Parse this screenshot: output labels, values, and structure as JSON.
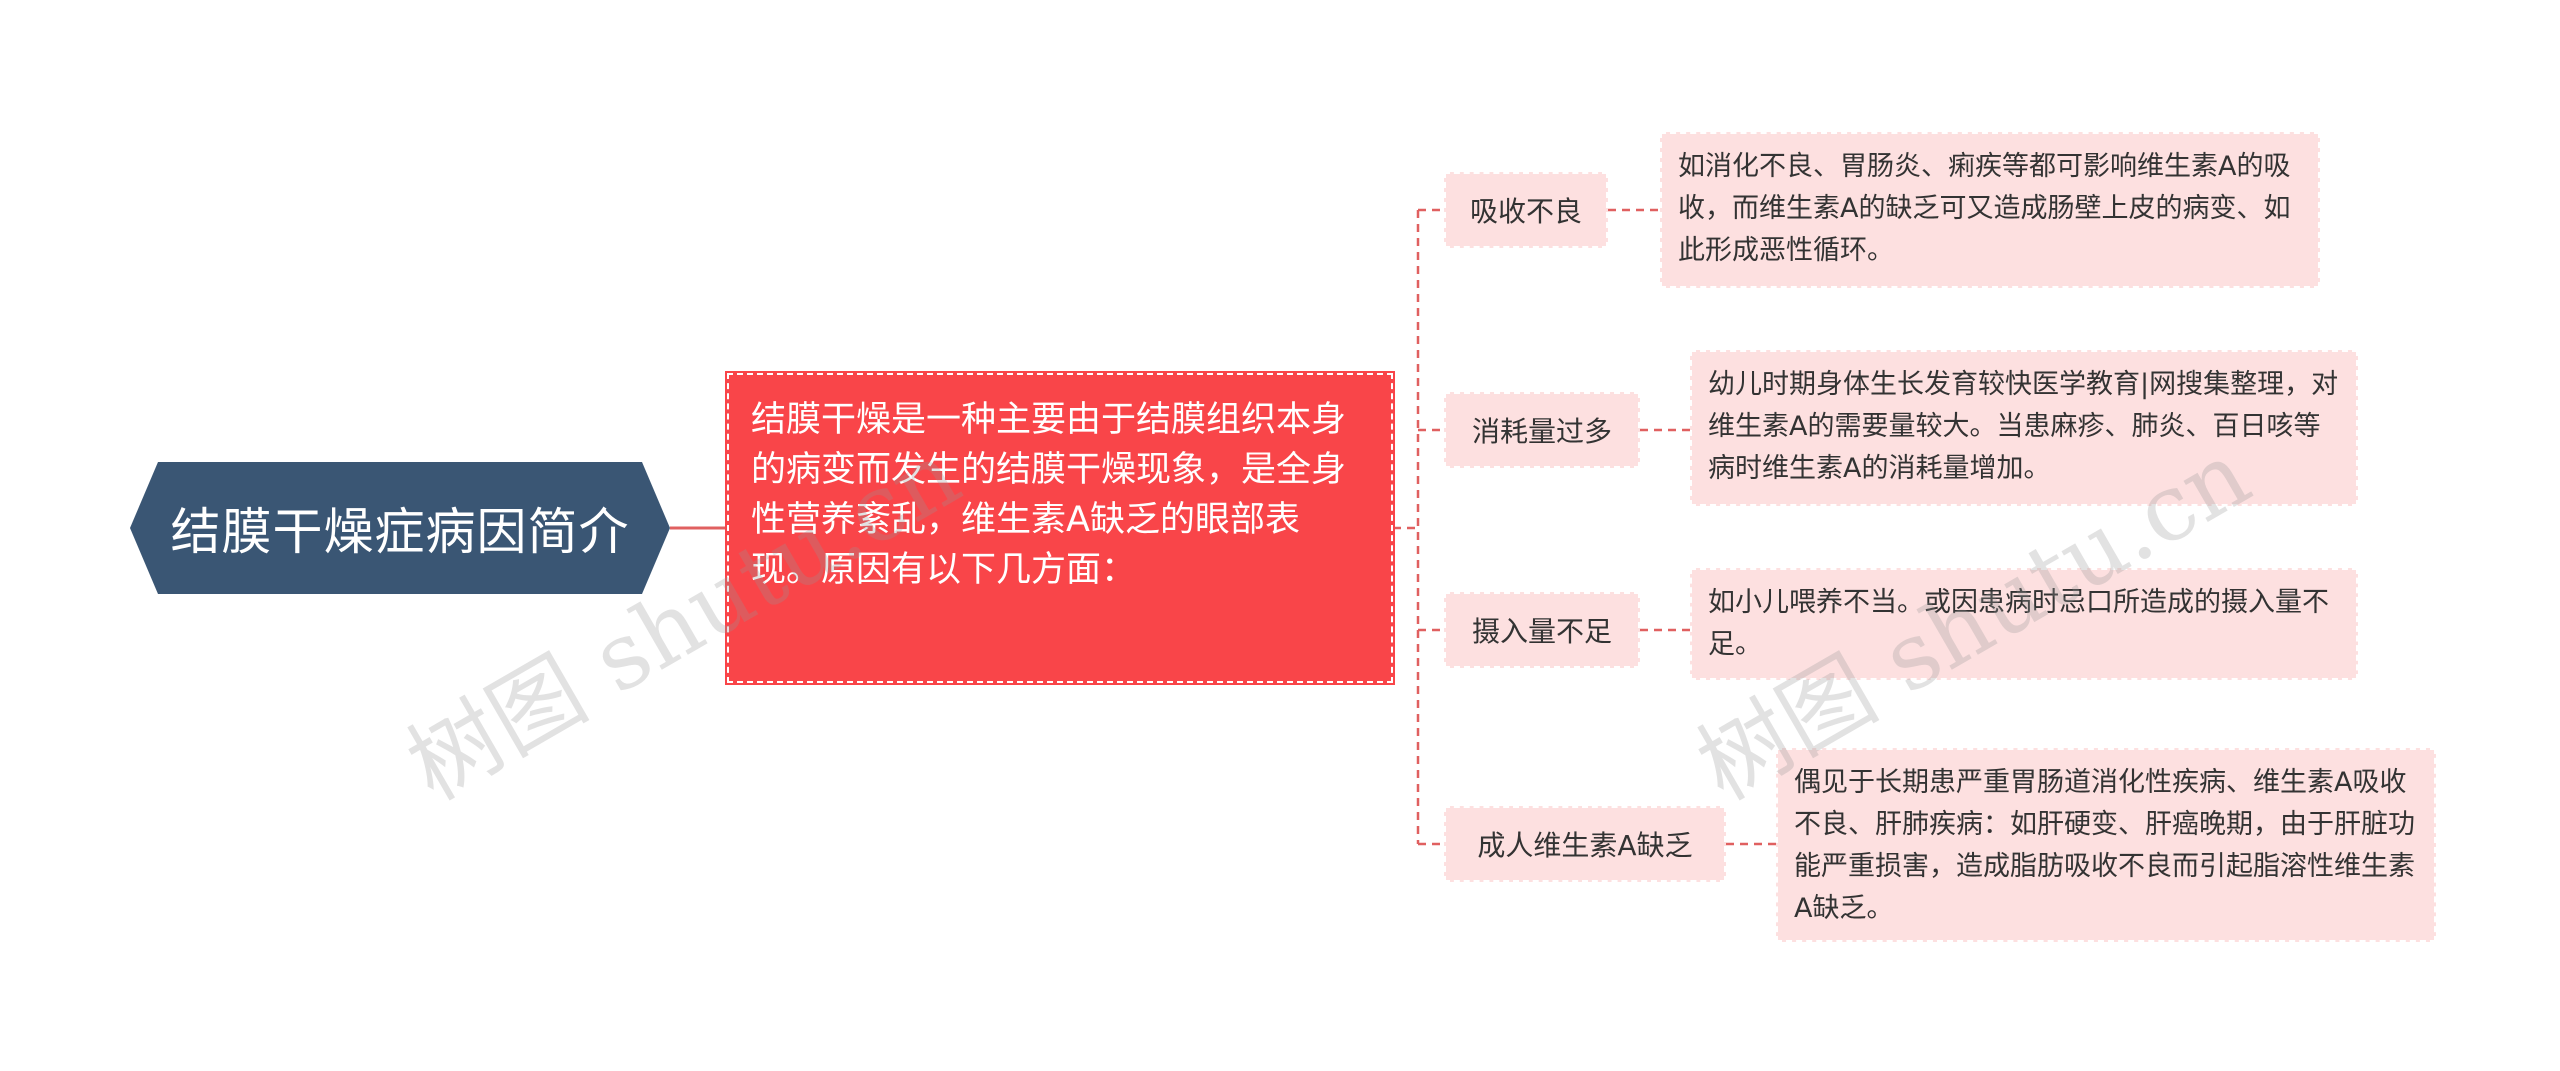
{
  "root": {
    "label": "结膜干燥症病因简介"
  },
  "main": {
    "text": "结膜干燥是一种主要由于结膜组织本身的病变而发生的结膜干燥现象，是全身性营养紊乱，维生素A缺乏的眼部表现。原因有以下几方面："
  },
  "branches": [
    {
      "label": "吸收不良",
      "detail": "如消化不良、胃肠炎、痢疾等都可影响维生素A的吸收，而维生素A的缺乏可又造成肠壁上皮的病变、如此形成恶性循环。"
    },
    {
      "label": "消耗量过多",
      "detail": "幼儿时期身体生长发育较快医学教育|网搜集整理，对维生素A的需要量较大。当患麻疹、肺炎、百日咳等病时维生素A的消耗量增加。"
    },
    {
      "label": "摄入量不足",
      "detail": "如小儿喂养不当。或因患病时忌口所造成的摄入量不足。"
    },
    {
      "label": "成人维生素A缺乏",
      "detail": "偶见于长期患严重胃肠道消化性疾病、维生素A吸收不良、肝肺疾病：如肝硬变、肝癌晚期，由于肝脏功能严重损害，造成脂肪吸收不良而引起脂溶性维生素A缺乏。"
    }
  ],
  "watermarks": [
    "树图 shutu.cn",
    "树图 shutu.cn"
  ],
  "colors": {
    "root": "#3a5674",
    "main": "#f94549",
    "branch": "#fde0e0",
    "connector": "#e06060"
  }
}
